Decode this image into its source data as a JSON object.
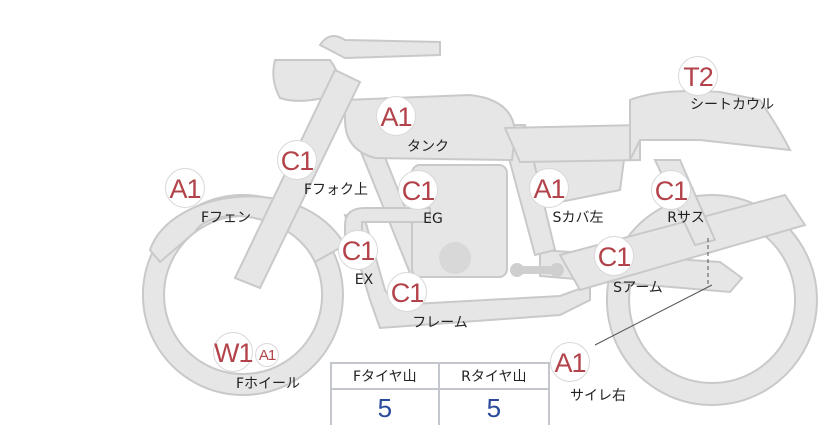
{
  "colors": {
    "badge_text": "#b3434a",
    "part_fill": "#e6e6e6",
    "part_stroke": "#c9c9c9",
    "value_text": "#2a4a9a"
  },
  "parts": [
    {
      "code": "A1",
      "label": "タンク"
    },
    {
      "code": "T2",
      "label": "シートカウル"
    },
    {
      "code": "C1",
      "label": "Fフォク上"
    },
    {
      "code": "A1",
      "label": "Fフェン"
    },
    {
      "code": "C1",
      "label": "EG"
    },
    {
      "code": "A1",
      "label": "Sカバ左"
    },
    {
      "code": "C1",
      "label": "Rサス"
    },
    {
      "code": "C1",
      "label": "EX"
    },
    {
      "code": "C1",
      "label": "Sアーム"
    },
    {
      "code": "C1",
      "label": "フレーム"
    },
    {
      "code": "W1",
      "code2": "A1",
      "label": "Fホイール"
    },
    {
      "code": "A1",
      "label": "サイレ右"
    }
  ],
  "tire_table": {
    "headers": [
      "Fタイヤ山",
      "Rタイヤ山"
    ],
    "values": [
      "5",
      "5"
    ]
  }
}
